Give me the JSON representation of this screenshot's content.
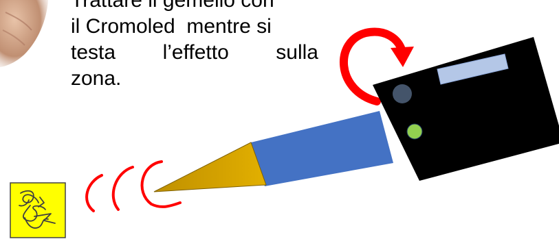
{
  "instruction": {
    "line1": "Trattare il gemello con",
    "line2": "il Cromoled  mentre si",
    "line3_words": [
      "testa",
      "l’effetto",
      "sulla"
    ],
    "line4": "zona."
  },
  "colors": {
    "device_body": "#000000",
    "device_screen": "#b4c7e7",
    "device_button": "#44546a",
    "device_led": "#92d050",
    "probe_shaft": "#4472c4",
    "probe_cone": "#bf9000",
    "rotation_arrow": "#ff0000",
    "signal_waves": "#ff0000",
    "icon_frame": "#ffff00"
  },
  "icons": {
    "rotation": "curved-rotation-arrow-icon",
    "waves": "signal-waves-icon",
    "thumbnail": "scribble-figure-icon",
    "photo_corner": "hand-photo-fragment"
  }
}
